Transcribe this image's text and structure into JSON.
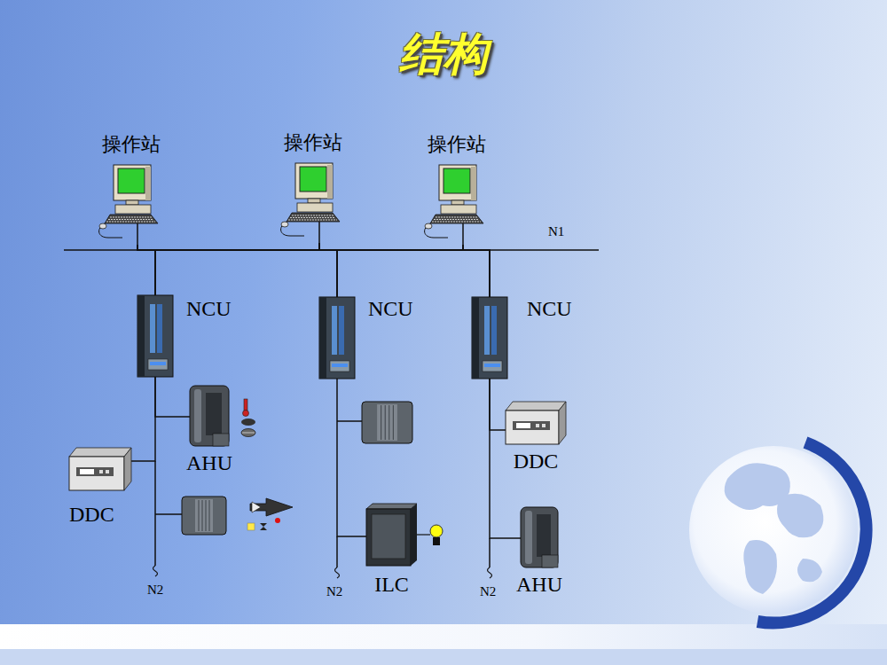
{
  "diagram": {
    "title": "结构",
    "nodes": [
      {
        "text": [
          "操作站"
        ]
      },
      {
        "text": [
          "操作站"
        ]
      },
      {
        "text": [
          "操作站"
        ]
      },
      {
        "text": [
          "NCU"
        ]
      },
      {
        "text": [
          "NCU"
        ]
      },
      {
        "text": [
          "NCU"
        ]
      },
      {
        "text": [
          "AHU"
        ]
      },
      {
        "text": [
          "DDC"
        ]
      },
      {
        "text": [
          "ILC"
        ]
      },
      {
        "text": [
          "DDC"
        ]
      },
      {
        "text": [
          "AHU"
        ]
      }
    ],
    "edges": [
      {
        "from": 0,
        "to": 3,
        "arrow": "none"
      },
      {
        "from": 0,
        "to": 4,
        "arrow": "none"
      },
      {
        "from": 0,
        "to": 5,
        "arrow": "none"
      },
      {
        "from": 1,
        "to": 3,
        "arrow": "none"
      },
      {
        "from": 1,
        "to": 4,
        "arrow": "none"
      },
      {
        "from": 1,
        "to": 5,
        "arrow": "none"
      },
      {
        "from": 2,
        "to": 3,
        "arrow": "none"
      },
      {
        "from": 2,
        "to": 4,
        "arrow": "none"
      },
      {
        "from": 2,
        "to": 5,
        "arrow": "none"
      },
      {
        "from": 3,
        "to": 6,
        "arrow": "none"
      },
      {
        "from": 3,
        "to": 7,
        "arrow": "none"
      },
      {
        "from": 4,
        "to": 8,
        "arrow": "none"
      },
      {
        "from": 5,
        "to": 9,
        "arrow": "none"
      },
      {
        "from": 5,
        "to": 10,
        "arrow": "none"
      }
    ],
    "labels": [
      "N1",
      "N2",
      "N2",
      "N2"
    ]
  }
}
